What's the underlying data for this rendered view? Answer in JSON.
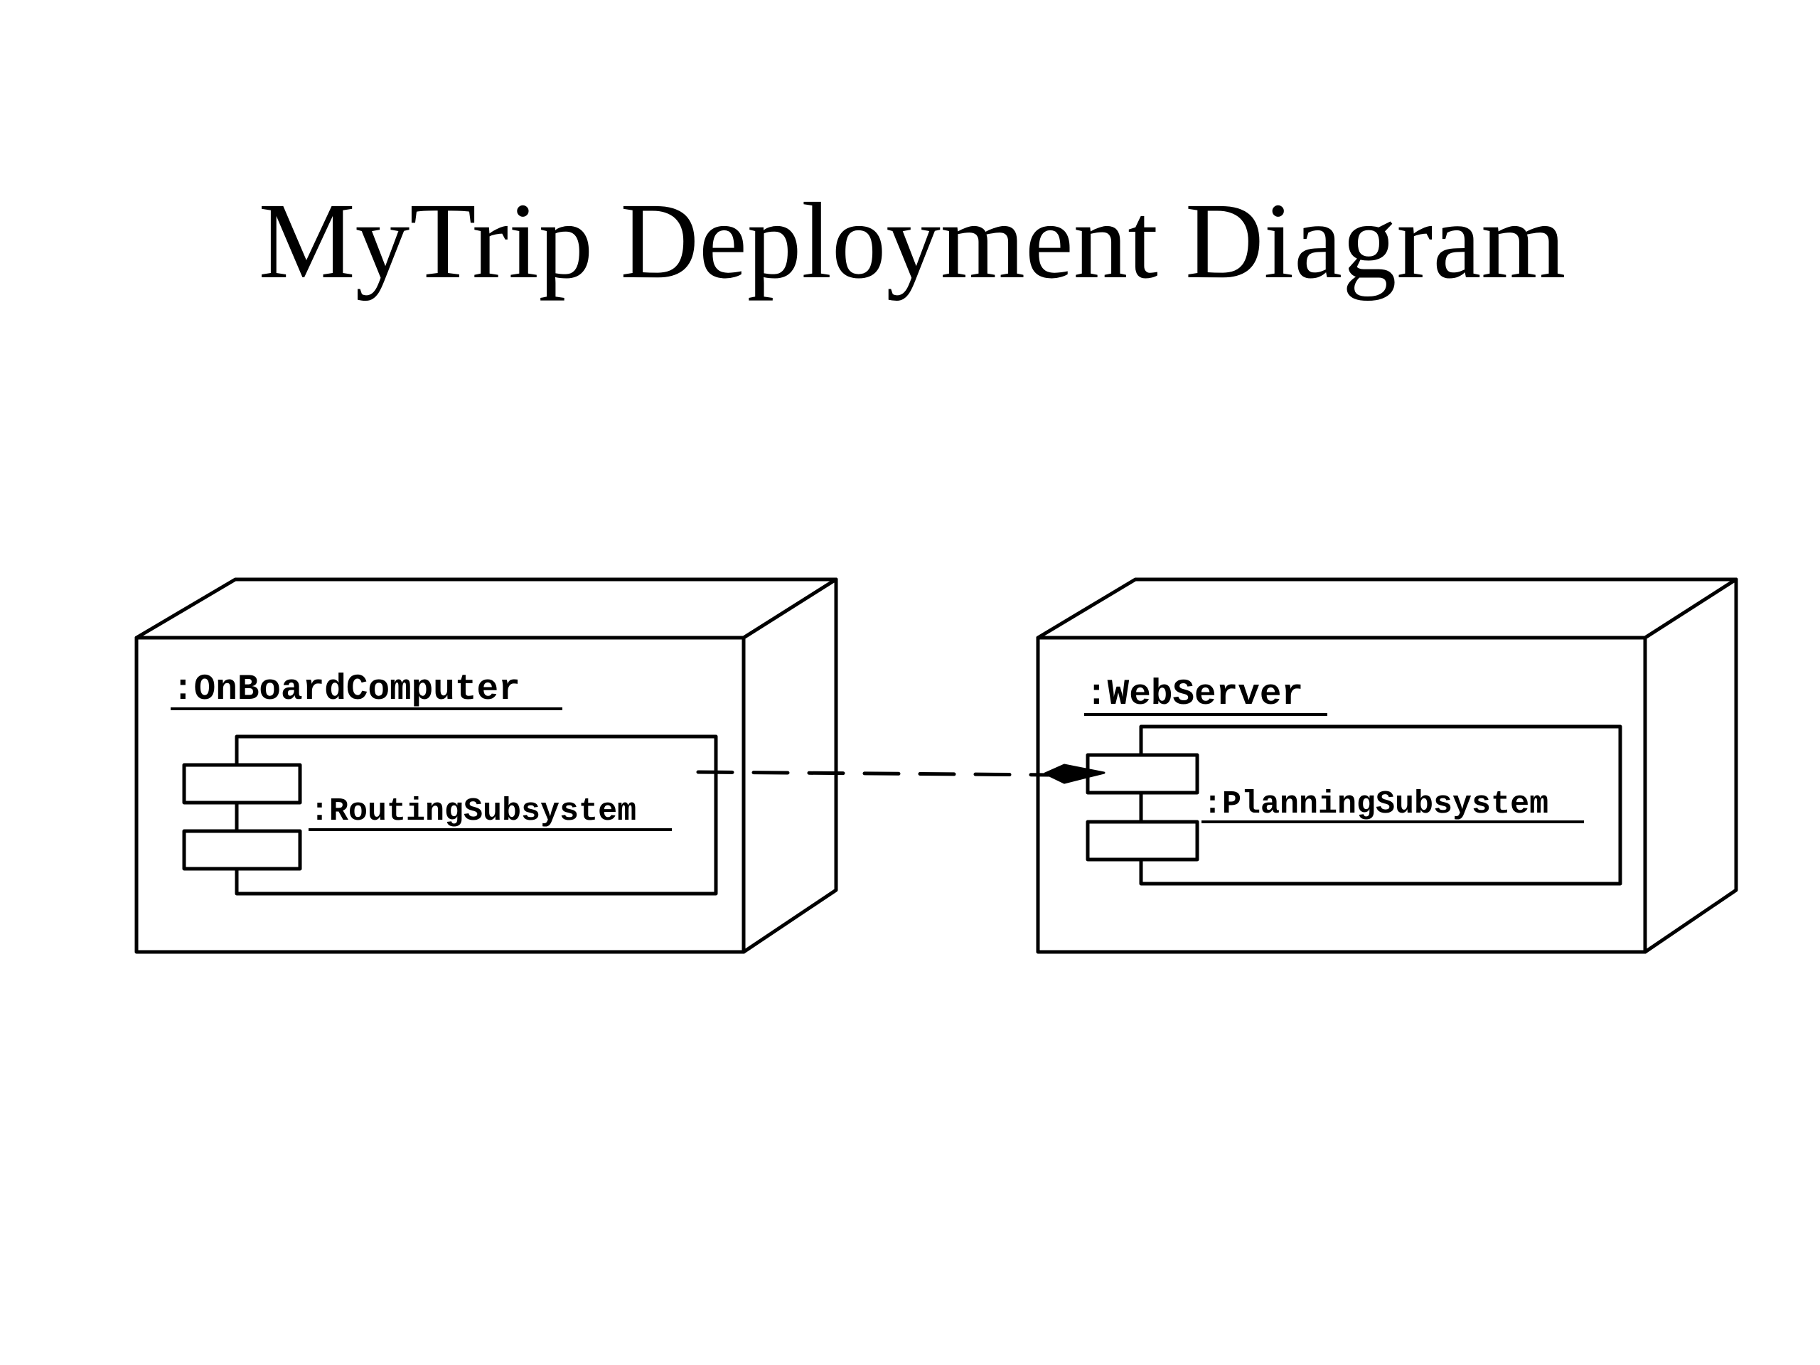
{
  "title": "MyTrip Deployment Diagram",
  "nodes": [
    {
      "name": ":OnBoardComputer",
      "component": ":RoutingSubsystem"
    },
    {
      "name": ":WebServer",
      "component": ":PlanningSubsystem"
    }
  ],
  "dependency": {
    "from": ":RoutingSubsystem",
    "to": ":PlanningSubsystem",
    "style": "dashed"
  }
}
